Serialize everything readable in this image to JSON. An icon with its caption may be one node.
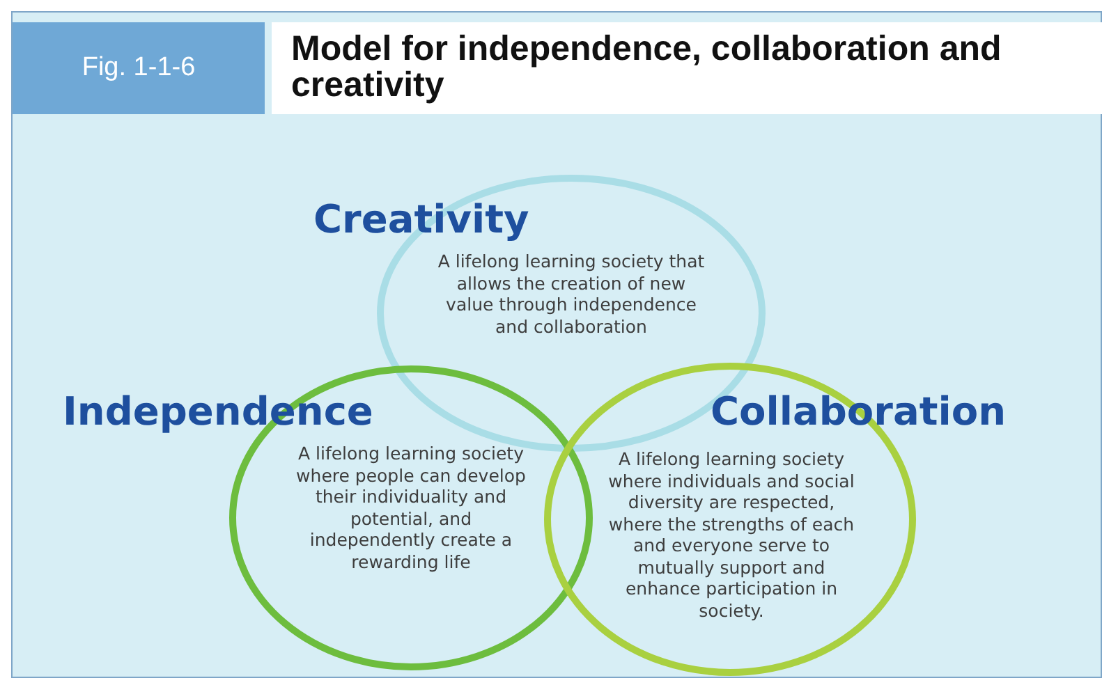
{
  "diagram": {
    "title": "Model for independence, collaboration and creativity",
    "nodes": [
      {
        "text": [
          "Creativity",
          "A lifelong learning society that allows the creation of new value through independence and collaboration"
        ]
      },
      {
        "text": [
          "Independence",
          "A lifelong learning society where people can develop their individuality and potential, and independently create a rewarding life"
        ]
      },
      {
        "text": [
          "Collaboration",
          "A lifelong learning society where individuals and social diversity are respected, where the strengths of each and everyone serve to mutually support and enhance participation in society."
        ]
      }
    ],
    "labels": [
      "Fig. 1-1-6"
    ]
  }
}
